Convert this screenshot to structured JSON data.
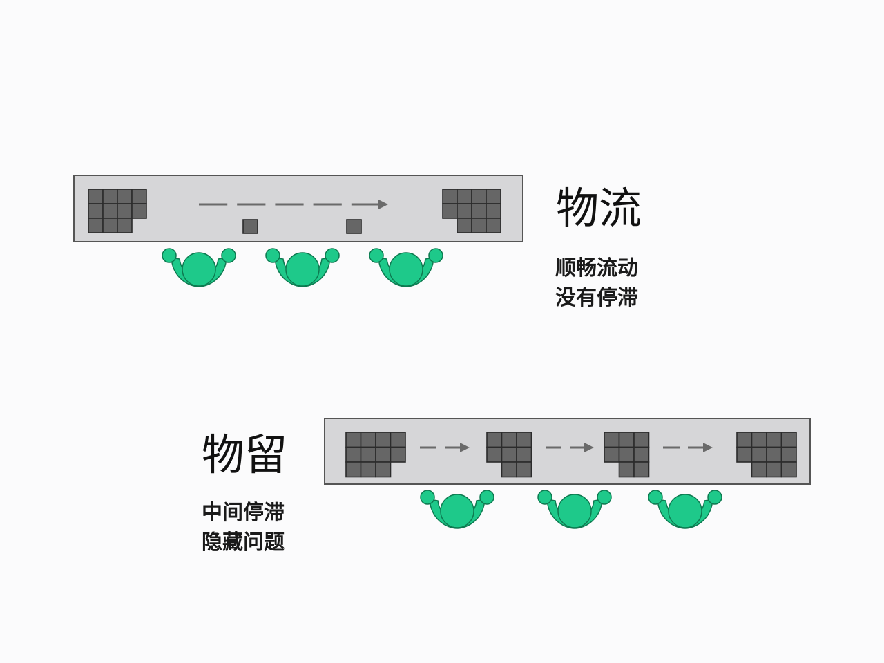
{
  "colors": {
    "background": "#fbfbfc",
    "conveyor_fill": "#d6d6d8",
    "conveyor_stroke": "#555555",
    "block_fill": "#666666",
    "block_stroke": "#2b2b2b",
    "arrow": "#6a6a6a",
    "worker_fill": "#1ec98a",
    "worker_stroke": "#0d7a50"
  },
  "top": {
    "title": "物流",
    "lines": [
      "顺畅流动",
      "没有停滞"
    ]
  },
  "bottom": {
    "title": "物留",
    "lines": [
      "中间停滞",
      "隐藏问题"
    ]
  },
  "icons": {
    "worker": "worker-icon",
    "inventory": "inventory-block-icon",
    "flow_arrow": "arrow-right-icon"
  }
}
